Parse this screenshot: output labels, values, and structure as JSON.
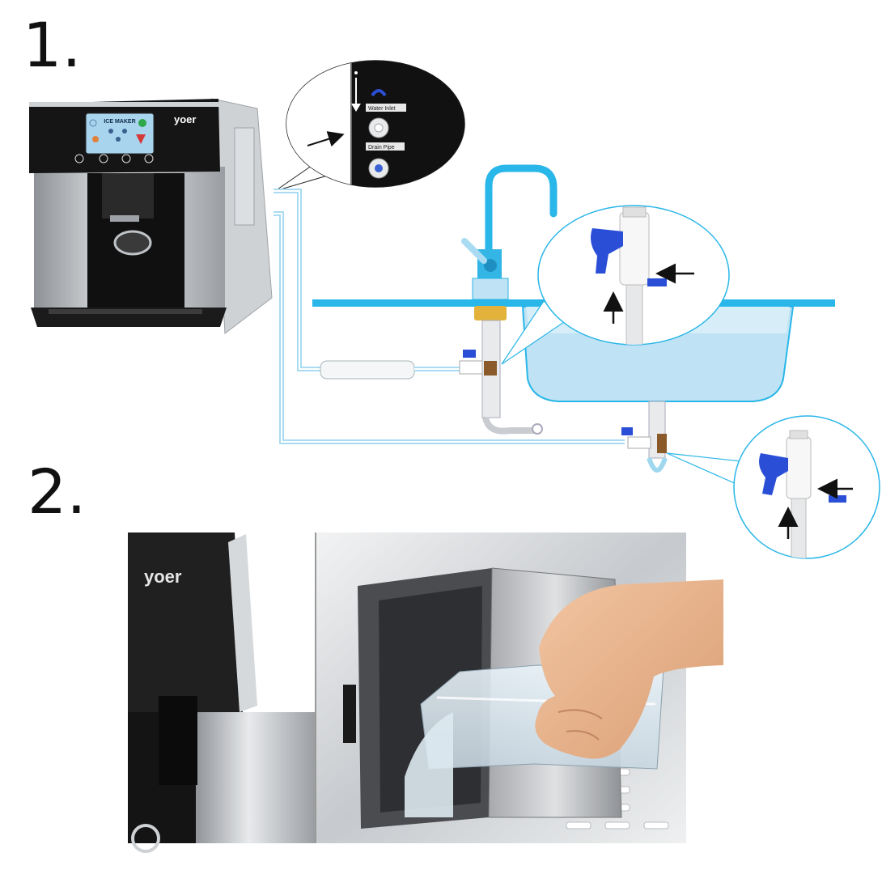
{
  "steps": [
    {
      "number": "1."
    },
    {
      "number": "2."
    }
  ],
  "machine": {
    "brand": "yoer",
    "screen_title": "ICE MAKER"
  },
  "ports": {
    "water_inlet_label": "Water Inlet",
    "drain_pipe_label": "Drain Pipe"
  },
  "colors": {
    "water": "#29b6e8",
    "tube": "#a9dcf2",
    "valve_blue": "#2a4fd6",
    "tap_blue": "#33b5e5",
    "gold_nut": "#e2b23a",
    "machine_black": "#1a1a1a",
    "machine_silver": "#c9ccd0"
  },
  "icons": [
    "arrow-icon",
    "valve-icon",
    "tap-icon",
    "hand-icon"
  ]
}
